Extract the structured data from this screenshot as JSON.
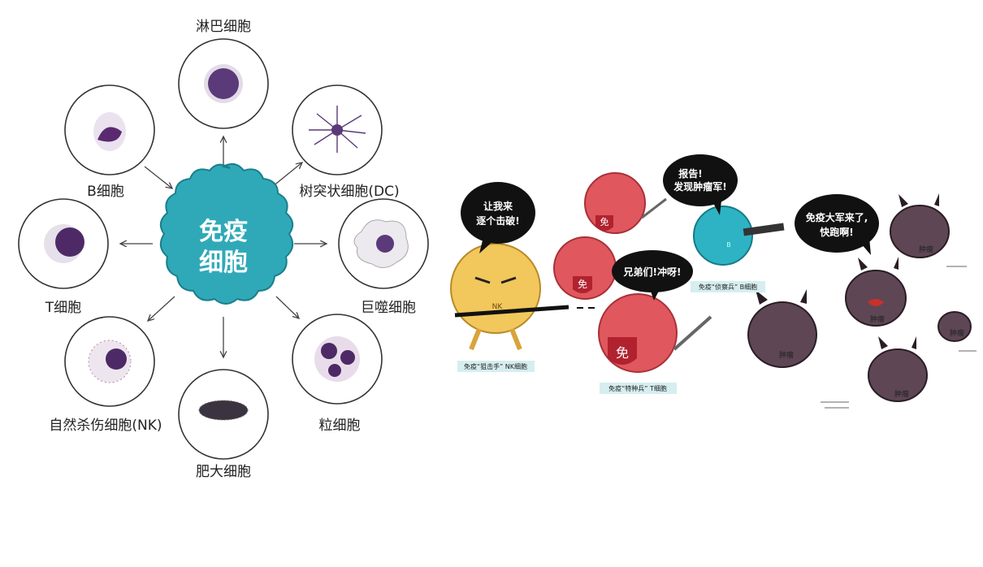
{
  "diagram": {
    "center": {
      "line1": "免疫",
      "line2": "细胞"
    },
    "cells": [
      {
        "name": "淋巴细胞"
      },
      {
        "name": "树突状细胞(DC)"
      },
      {
        "name": "巨噬细胞"
      },
      {
        "name": "粒细胞"
      },
      {
        "name": "肥大细胞"
      },
      {
        "name": "自然杀伤细胞(NK)"
      },
      {
        "name": "T细胞"
      },
      {
        "name": "B细胞"
      }
    ],
    "colors": {
      "center": "#2fa9b8",
      "cell": "#6a3d8a"
    }
  },
  "cartoon": {
    "bubbles": {
      "nk_1": "让我来",
      "nk_2": "逐个击破!",
      "t": "兄弟们!冲呀!",
      "b_1": "报告!",
      "b_2": "发现肿瘤军!",
      "tumor_1": "免疫大军来了,",
      "tumor_2": "快跑啊!"
    },
    "captions": {
      "nk": "免疫“狙击手” NK细胞",
      "t": "免疫“特种兵” T细胞",
      "b": "免疫“侦察兵” B细胞"
    },
    "nk_tag": "NK",
    "shield": "免",
    "b_tag": "B",
    "tumor": "肿瘤",
    "colors": {
      "nk": "#f2c75c",
      "t": "#e0575e",
      "b": "#2eb3c4",
      "tumor": "#5e4655"
    }
  }
}
